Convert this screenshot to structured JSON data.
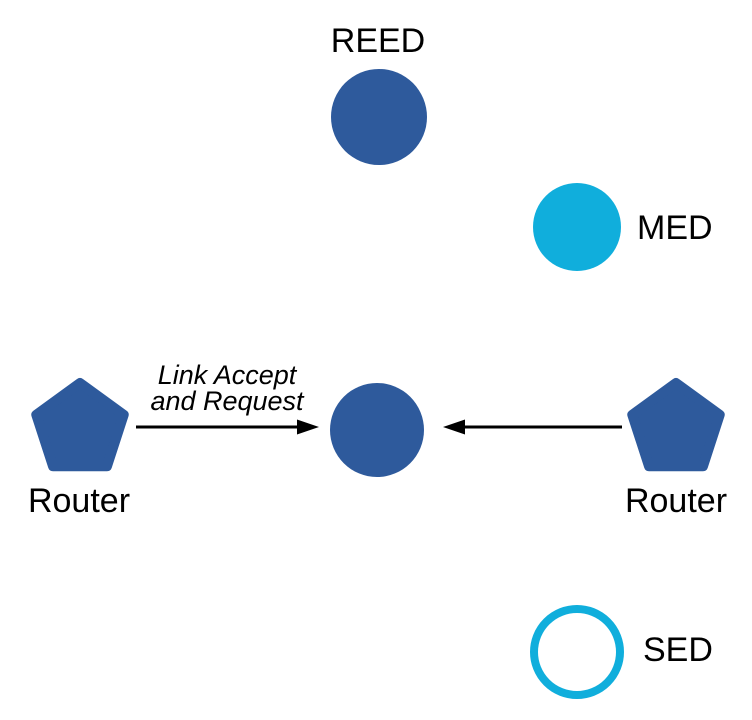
{
  "diagram": {
    "colors": {
      "node_primary": "#2e5a9c",
      "node_accent": "#10aedc",
      "arrow": "#000000",
      "label": "#000000",
      "background": "#ffffff"
    },
    "nodes": {
      "reed": {
        "label": "REED",
        "shape": "filled-circle"
      },
      "med": {
        "label": "MED",
        "shape": "filled-circle"
      },
      "center": {
        "shape": "filled-circle"
      },
      "router_left": {
        "label": "Router",
        "shape": "pentagon"
      },
      "router_right": {
        "label": "Router",
        "shape": "pentagon"
      },
      "sed": {
        "label": "SED",
        "shape": "outlined-circle"
      }
    },
    "edges": {
      "left_arrow": {
        "label_line1": "Link Accept",
        "label_line2": "and Request",
        "direction": "left-router-to-center"
      },
      "right_arrow": {
        "direction": "right-router-to-center"
      }
    }
  }
}
